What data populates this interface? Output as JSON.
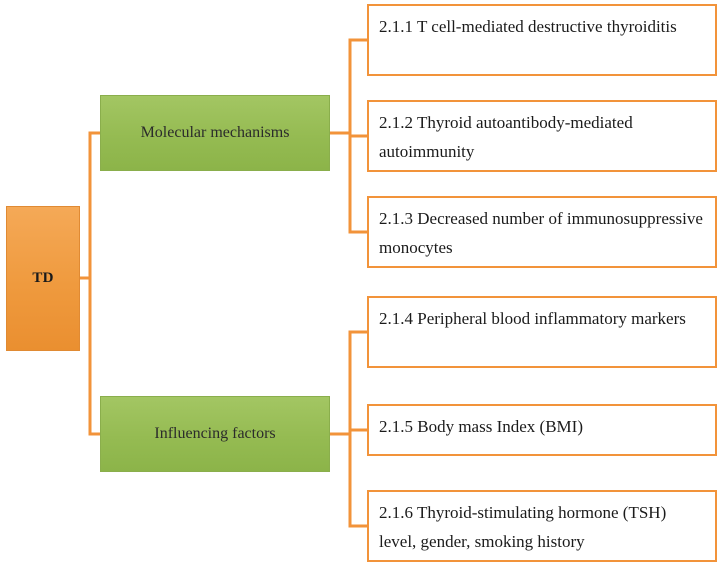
{
  "diagram": {
    "type": "flowchart-tree",
    "root": {
      "label": "TD"
    },
    "branches": [
      {
        "label": "Molecular mechanisms",
        "leaves": [
          "2.1.1 T cell-mediated destructive thyroiditis",
          "2.1.2 Thyroid autoantibody-mediated autoimmunity",
          "2.1.3 Decreased number of immunosuppressive monocytes"
        ]
      },
      {
        "label": "Influencing factors",
        "leaves": [
          "2.1.4 Peripheral blood inflammatory markers",
          "2.1.5 Body mass Index (BMI)",
          "2.1.6 Thyroid-stimulating hormone (TSH) level, gender, smoking history"
        ]
      }
    ],
    "leaves_flat": [
      "2.1.1 T cell-mediated destructive thyroiditis",
      "2.1.2 Thyroid autoantibody-mediated autoimmunity",
      "2.1.3 Decreased number of immunosuppressive monocytes",
      "2.1.4 Peripheral blood inflammatory markers",
      "2.1.5 Body mass Index (BMI)",
      "2.1.6 Thyroid-stimulating hormone (TSH) level, gender, smoking history"
    ],
    "colors": {
      "root_fill": "#ef9a3e",
      "branch_fill": "#95bb52",
      "leaf_border": "#f2933a",
      "leaf_fill": "#ffffff",
      "connector": "#f2933a",
      "text": "#1b1b1b"
    }
  }
}
